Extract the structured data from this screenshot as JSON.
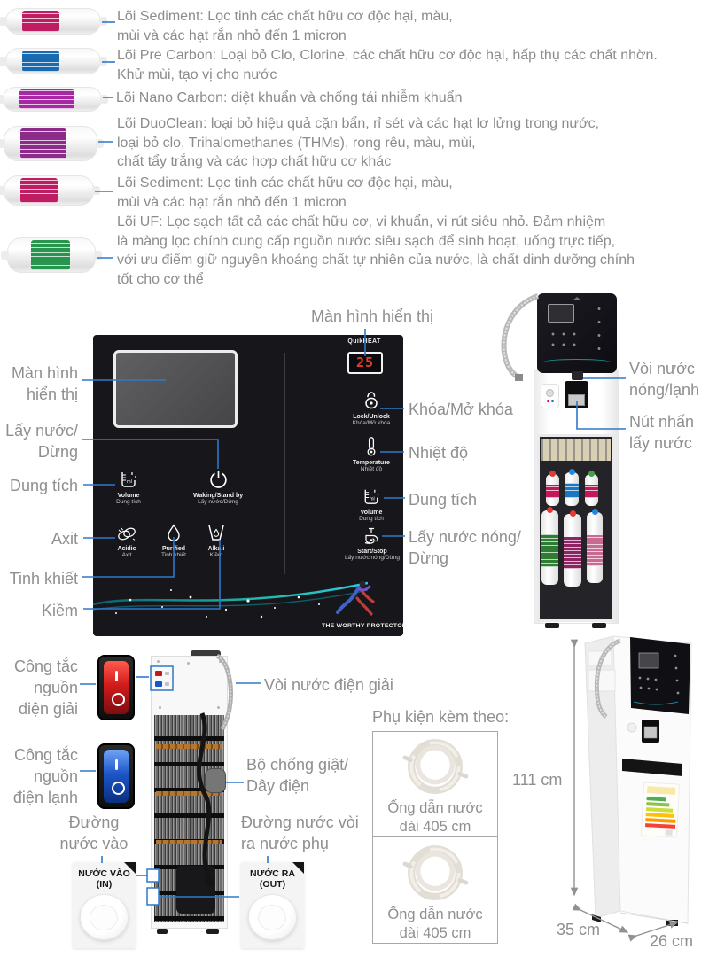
{
  "colors": {
    "leader_blue": "#2e78cc",
    "label_gray": "#8f8f8f",
    "panel_black": "#17171b",
    "led_red": "#e23b30",
    "band_crimson": "#bf1d62",
    "band_blue": "#1a6ab0",
    "band_purple": "#a827a5",
    "band_violet": "#8d2b8b",
    "band_green": "#27954d"
  },
  "filters": [
    {
      "icon": "filter-cartridge-crimson",
      "band_color": "#bf1d62",
      "lines": [
        "Lõi Sediment: Lọc tinh các chất hữu cơ độc hại, màu,",
        "mùi và các hạt rắn nhỏ đến 1 micron"
      ]
    },
    {
      "icon": "filter-cartridge-blue",
      "band_color": "#1a6ab0",
      "lines": [
        "Lõi Pre Carbon: Loại bỏ Clo, Clorine, các chất hữu cơ độc hại, hấp thụ các chất nhờn.",
        "Khử mùi, tạo vị cho nước"
      ]
    },
    {
      "icon": "filter-cartridge-purple",
      "band_color": "#a827a5",
      "lines": [
        "Lõi Nano Carbon: diệt khuẩn và chống tái nhiễm khuẩn"
      ]
    },
    {
      "icon": "filter-cartridge-violet",
      "band_color": "#8d2b8b",
      "lines": [
        "Lõi DuoClean: loại bỏ hiệu quả cặn bẩn, rỉ sét và các hạt lơ lửng trong nước,",
        "loại bỏ clo, Trihalomethanes (THMs), rong rêu, màu, mùi,",
        "chất tẩy trắng và các hợp chất hữu cơ khác"
      ]
    },
    {
      "icon": "filter-cartridge-crimson",
      "band_color": "#bf1d62",
      "lines": [
        "Lõi Sediment: Lọc tinh các chất hữu cơ độc hại, màu,",
        "mùi và các hạt rắn nhỏ đến 1 micron"
      ]
    },
    {
      "icon": "filter-cartridge-green",
      "band_color": "#27954d",
      "lines": [
        "Lõi UF: Lọc sạch tất cả các chất hữu cơ, vi khuẩn, vi rút siêu nhỏ. Đảm nhiệm",
        "là màng lọc chính cung cấp nguồn nước siêu sạch để sinh hoạt, uống trực tiếp,",
        "với ưu điểm giữ nguyên khoáng chất tự nhiên của nước, là chất dinh dưỡng chính",
        "tốt cho cơ thể"
      ]
    }
  ],
  "panel_section": {
    "top_label": "Màn hình hiển thị",
    "left_labels": {
      "screen": [
        "Màn hình",
        "hiển thị"
      ],
      "dispense": [
        "Lấy nước/",
        "Dừng"
      ],
      "volume": "Dung tích",
      "acidic": "Axit",
      "purified": "Tinh khiết",
      "alkali": "Kiềm"
    },
    "right_labels": {
      "lock": "Khóa/Mở khóa",
      "temperature": "Nhiệt độ",
      "volume": "Dung tích",
      "hot": [
        "Lấy nước nóng/",
        "Dừng"
      ]
    },
    "panel": {
      "quikheat_label": "QuikHEAT",
      "led_value": "25",
      "keys": {
        "volume_left": {
          "en": "Volume",
          "vi": "Dung tích",
          "icon": "beaker-icon"
        },
        "standby": {
          "en": "Waking/Stand by",
          "vi": "Lấy nước/Dừng",
          "icon": "power-icon"
        },
        "acidic": {
          "en": "Acidic",
          "vi": "Axit",
          "icon": "hands-icon"
        },
        "purified": {
          "en": "Purified",
          "vi": "Tinh khiết",
          "icon": "droplet-icon"
        },
        "alkali": {
          "en": "Alkali",
          "vi": "Kiềm",
          "icon": "cup-droplet-icon"
        },
        "lock": {
          "en": "Lock/Unlock",
          "vi": "Khóa/Mở khóa",
          "icon": "padlock-icon"
        },
        "temperature": {
          "en": "Temperature",
          "vi": "Nhiệt độ",
          "icon": "thermometer-icon"
        },
        "volume_right": {
          "en": "Volume",
          "vi": "Dung tích",
          "icon": "beaker-icon"
        },
        "startstop": {
          "en": "Start/Stop",
          "vi": "Lấy nước nóng/Dừng",
          "icon": "faucet-icon"
        }
      },
      "slogan": "THE WORTHY PROTECTOR"
    }
  },
  "front_view": {
    "labels": {
      "spout": [
        "Vòi nước",
        "nóng/lạnh"
      ],
      "button": [
        "Nút nhấn",
        "lấy nước"
      ]
    }
  },
  "rear_view": {
    "labels": {
      "switch_electrolysis": [
        "Công tắc",
        "nguồn",
        "điện giải"
      ],
      "switch_cooling": [
        "Công tắc",
        "nguồn",
        "điện lạnh"
      ],
      "hose": "Vòi nước điện giải",
      "cord": [
        "Bộ chống giật/",
        "Dây điện"
      ],
      "water_in": [
        "Đường",
        "nước vào"
      ],
      "water_out": [
        "Đường nước vòi",
        "ra nước phụ"
      ]
    },
    "insets": {
      "in": [
        "NƯỚC VÀO",
        "(IN)"
      ],
      "out": [
        "NƯỚC RA",
        "(OUT)"
      ]
    }
  },
  "accessories": {
    "heading": "Phụ kiện kèm theo:",
    "items": [
      [
        "Ống dẫn nước",
        "dài 405 cm"
      ],
      [
        "Ống dẫn nước",
        "dài 405 cm"
      ]
    ]
  },
  "dimensions": {
    "height": "111 cm",
    "depth": "35 cm",
    "width": "26 cm"
  }
}
